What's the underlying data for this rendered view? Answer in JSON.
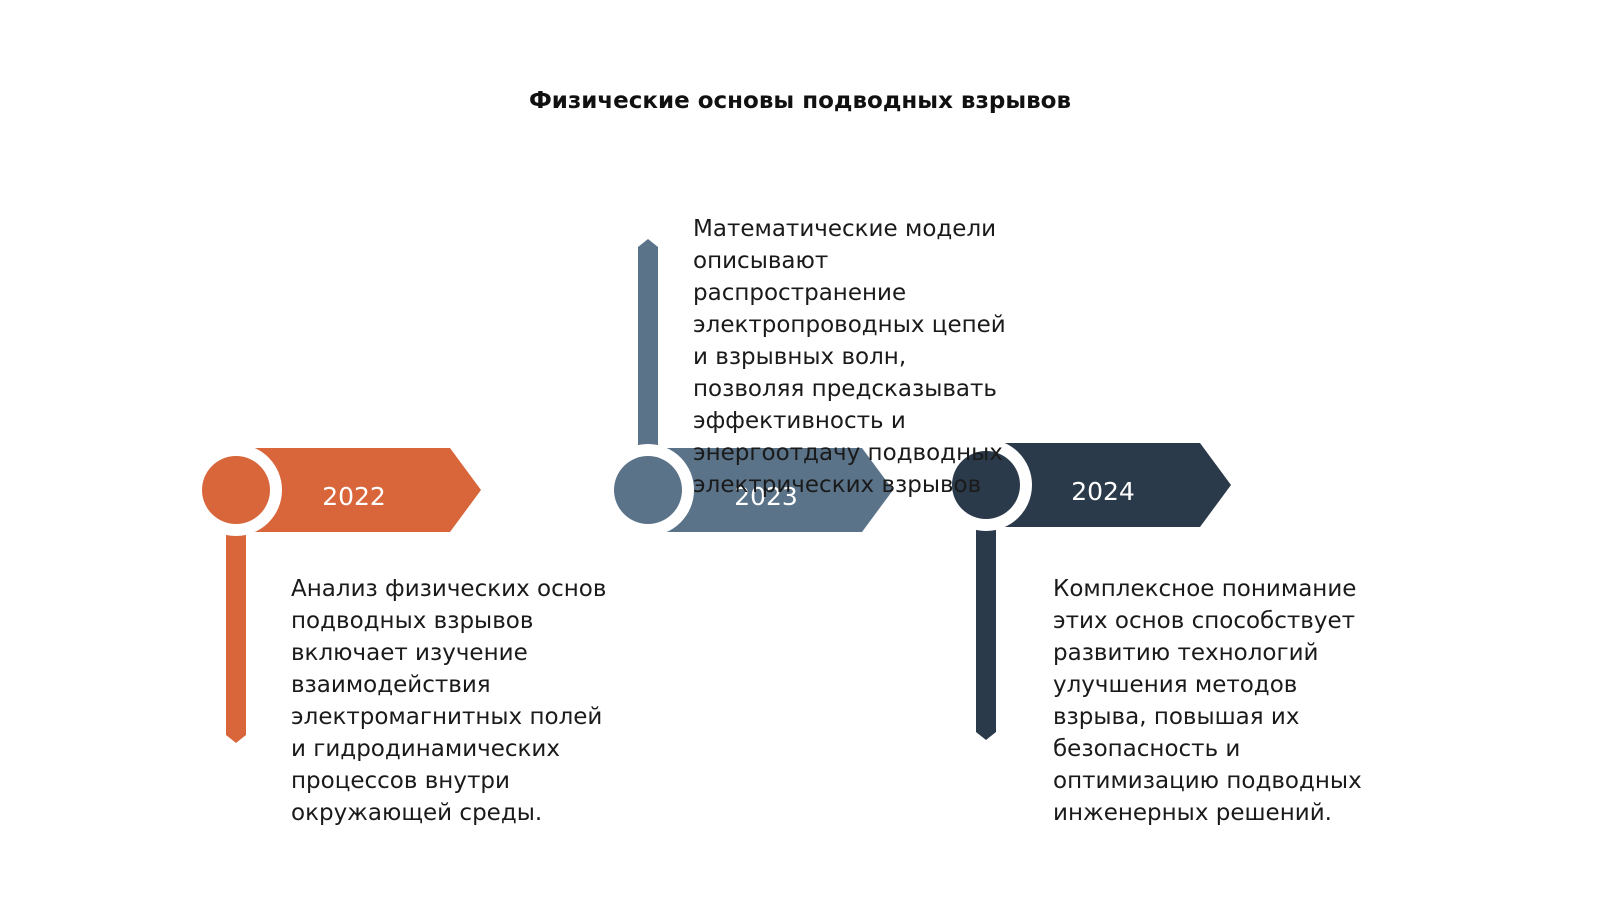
{
  "title": "Физические основы подводных взрывов",
  "colors": {
    "item1": "#d9663b",
    "item2": "#5a7389",
    "item3": "#2b3a4b",
    "background": "#ffffff"
  },
  "timeline": [
    {
      "year": "2022",
      "text": "Анализ физических основ\nподводных взрывов\nвключает изучение\nвзаимодействия\nэлектромагнитных полей\nи гидродинамических\nпроцессов внутри\nокружающей среды."
    },
    {
      "year": "2023",
      "text": "Математические модели\nописывают\nраспространение\nэлектропроводных цепей\nи взрывных волн,\nпозволяя предсказывать\nэффективность и\nэнергоотдачу подводных\nэлектрических взрывов"
    },
    {
      "year": "2024",
      "text": "Комплексное понимание\nэтих основ способствует\nразвитию технологий\nулучшения методов\nвзрыва, повышая их\nбезопасность и\nоптимизацию подводных\nинженерных решений."
    }
  ]
}
